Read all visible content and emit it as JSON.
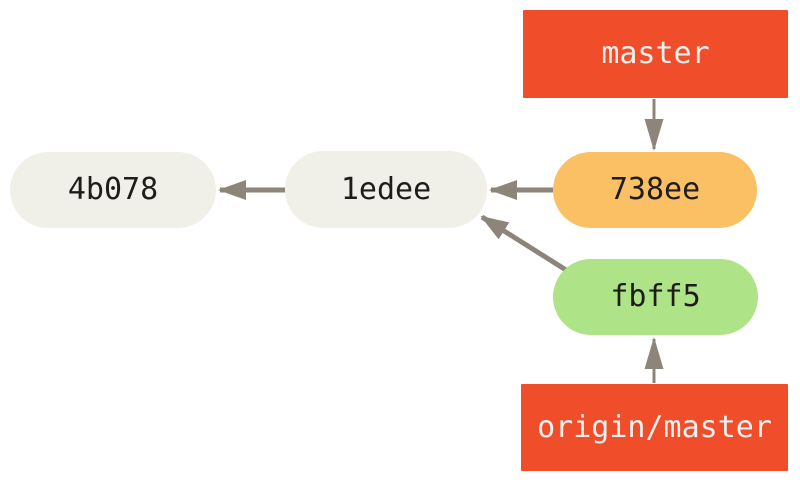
{
  "diagram": {
    "kind": "git-commit-history-graph",
    "colors": {
      "background": "#FFFFFF",
      "branch_label_bg": "#F04E2A",
      "branch_label_text": "#F2F1EF",
      "commit_bg": "#F1F0E8",
      "commit_current_bg": "#FAC063",
      "commit_remote_bg": "#AFE387",
      "commit_text": "#1E1D1A",
      "arrow": "#8D8579"
    },
    "commits": [
      {
        "id": "4b078"
      },
      {
        "id": "1edee"
      },
      {
        "id": "738ee"
      },
      {
        "id": "fbff5"
      }
    ],
    "branch_labels": [
      {
        "name": "master",
        "points_to": "738ee"
      },
      {
        "name": "origin/master",
        "points_to": "fbff5"
      }
    ],
    "parent_edges": [
      {
        "from": "738ee",
        "to": "1edee"
      },
      {
        "from": "fbff5",
        "to": "1edee"
      },
      {
        "from": "1edee",
        "to": "4b078"
      }
    ]
  }
}
